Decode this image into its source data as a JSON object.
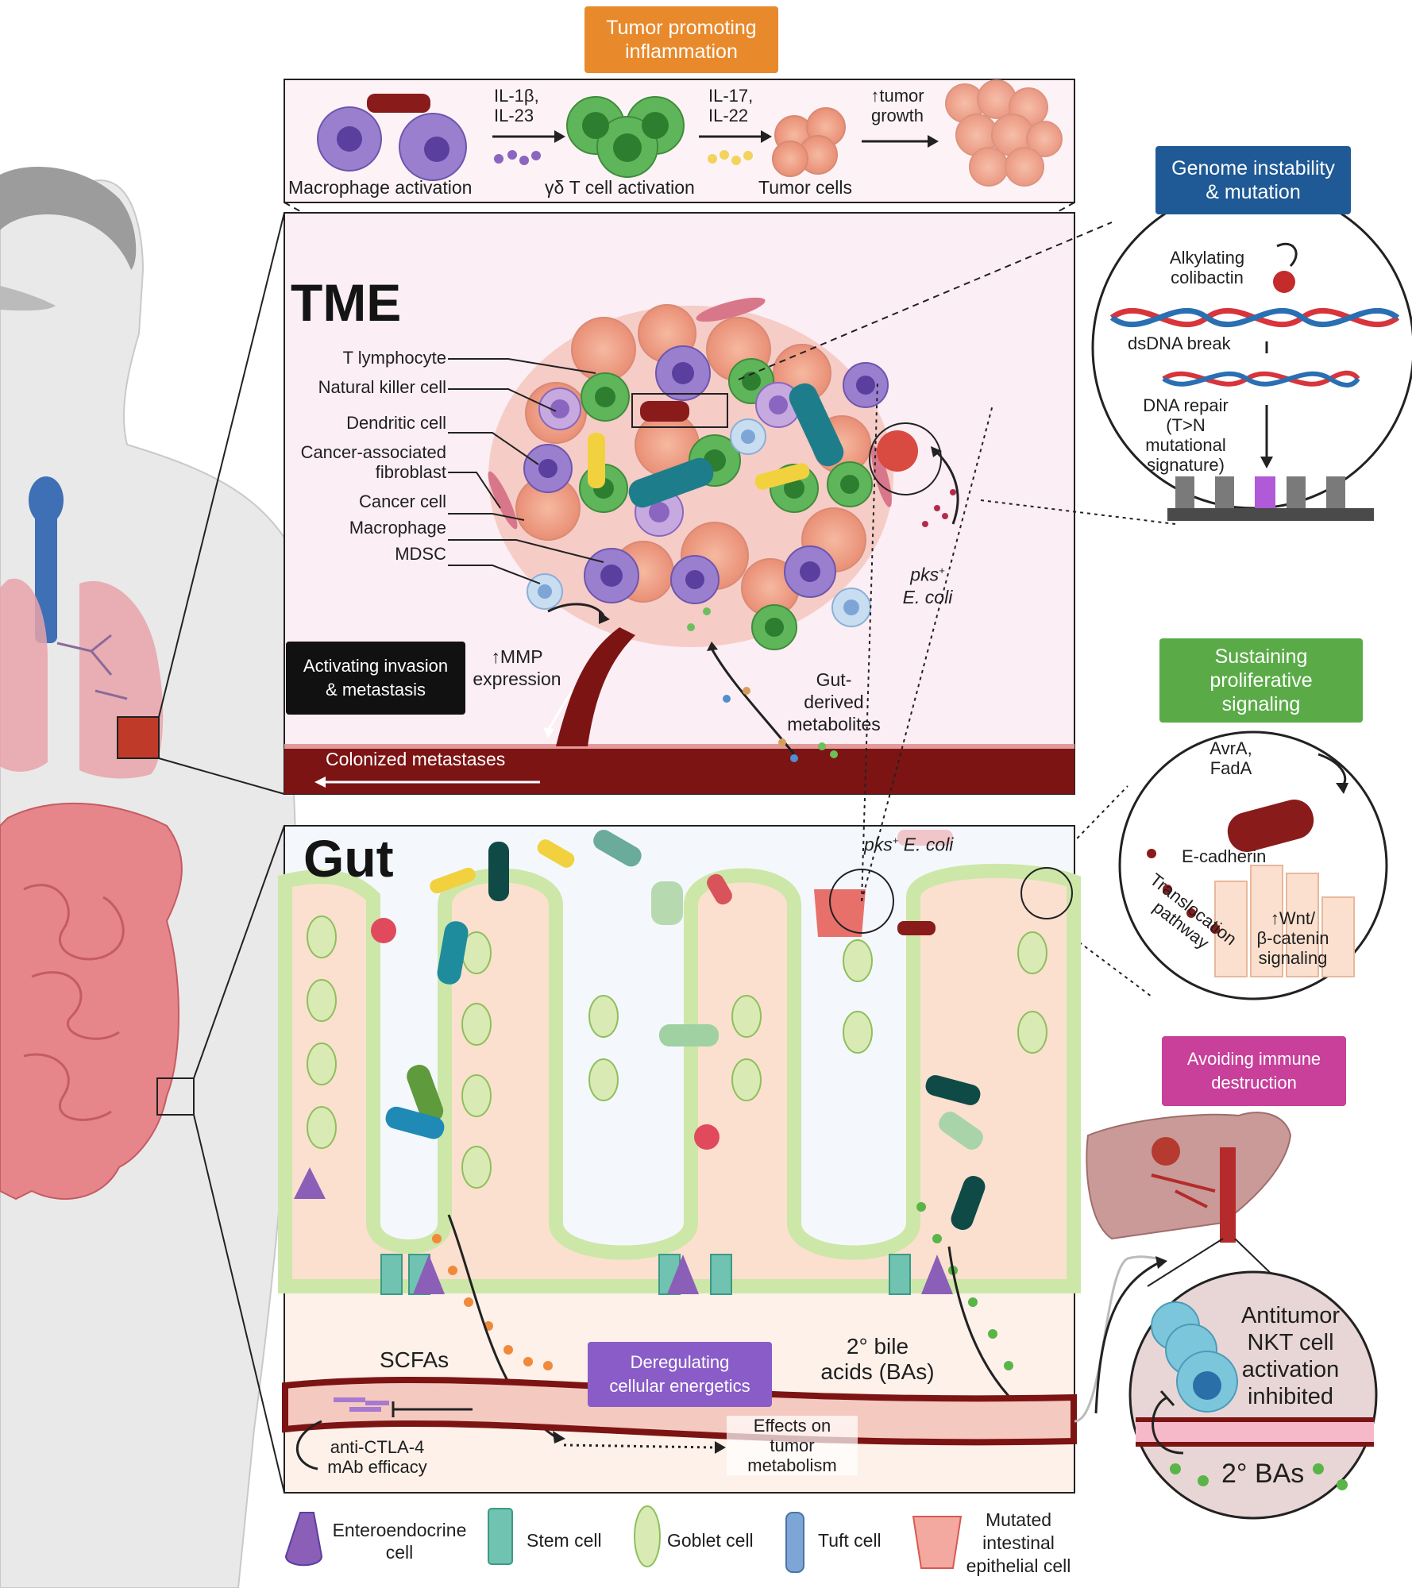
{
  "headers": {
    "tumor_promoting": [
      "Tumor promoting",
      "inflammation"
    ],
    "genome_instability": [
      "Genome instability",
      "& mutation"
    ],
    "sustaining": [
      "Sustaining",
      "proliferative",
      "signaling"
    ],
    "avoiding_immune": [
      "Avoiding immune",
      "destruction"
    ],
    "activating_invasion": [
      "Activating invasion",
      "& metastasis"
    ],
    "deregulating": [
      "Deregulating",
      "cellular energetics"
    ]
  },
  "inflammation_strip": {
    "il1b": [
      "IL-1β,",
      "IL-23"
    ],
    "il17": [
      "IL-17,",
      "IL-22"
    ],
    "tumor_growth": [
      "↑tumor",
      "growth"
    ],
    "macrophage_activation": "Macrophage activation",
    "gd_t_activation": "γδ T cell activation",
    "tumor_cells": "Tumor cells"
  },
  "tme": {
    "title": "TME",
    "cell_labels": [
      "T lymphocyte",
      "Natural killer cell",
      "Dendritic cell",
      "Cancer-associated",
      "fibroblast",
      "Cancer cell",
      "Macrophage",
      "MDSC"
    ],
    "mmp": [
      "↑MMP",
      "expression"
    ],
    "gut_derived": [
      "Gut-",
      "derived",
      "metabolites"
    ],
    "pks": [
      "pks",
      "+",
      "E. coli"
    ],
    "colonized": "Colonized metastases"
  },
  "genome": {
    "alkylating": [
      "Alkylating",
      "colibactin"
    ],
    "dsdna": "dsDNA break",
    "repair": [
      "DNA repair",
      "(T>N",
      "mutational",
      "signature)"
    ]
  },
  "proliferative": {
    "avra": [
      "AvrA,",
      "FadA"
    ],
    "ecadherin": "E-cadherin",
    "translocation": [
      "Translocation",
      "pathway"
    ],
    "wnt": [
      "↑Wnt/",
      "β-catenin",
      "signaling"
    ]
  },
  "gut": {
    "title": "Gut",
    "pks_label": [
      "pks",
      "+",
      " E. coli"
    ],
    "scfas": "SCFAs",
    "bile": [
      "2° bile",
      "acids (BAs)"
    ],
    "ctla4": [
      "anti-CTLA-4",
      "mAb efficacy"
    ],
    "effects": [
      "Effects on",
      "tumor",
      "metabolism"
    ]
  },
  "liver": {
    "nkt": [
      "Antitumor",
      "NKT cell",
      "activation",
      "inhibited"
    ],
    "bas": "2° BAs"
  },
  "legend": {
    "enteroendocrine": [
      "Enteroendocrine",
      "cell"
    ],
    "stem": "Stem cell",
    "goblet": "Goblet cell",
    "tuft": "Tuft cell",
    "mutated": [
      "Mutated",
      "intestinal",
      "epithelial cell"
    ]
  },
  "colors": {
    "orange": "#e8892b",
    "blue": "#1f5a96",
    "green": "#5aab47",
    "magenta": "#c8409a",
    "black": "#111111",
    "purple": "#8a5cc7",
    "tme_bg": "#fbeef4",
    "gut_bg": "#fdf1ea",
    "blood": "#7d1414"
  }
}
